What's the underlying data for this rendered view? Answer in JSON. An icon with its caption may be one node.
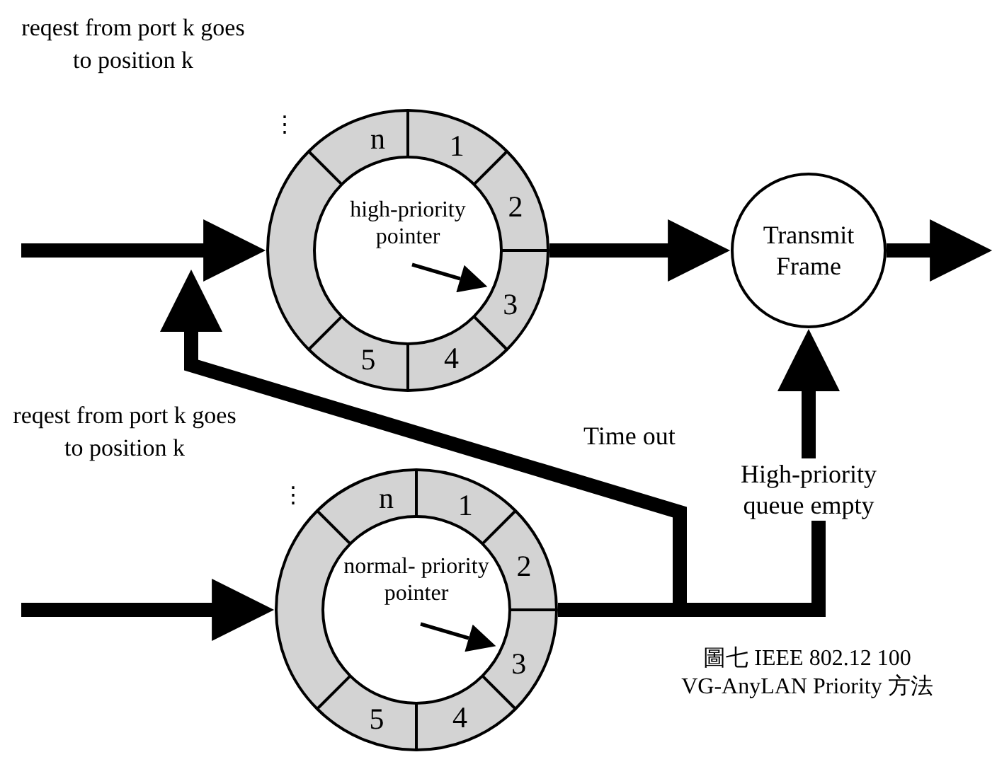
{
  "diagram": {
    "caption": "圖七 IEEE 802.12 100 VG-AnyLAN Priority 方法",
    "nodes": [
      {
        "text": [
          "high-priority pointer"
        ]
      },
      {
        "text": [
          "normal- priority pointer"
        ]
      },
      {
        "text": [
          "Transmit Frame"
        ]
      },
      {
        "text": [
          "High-priority queue empty"
        ]
      }
    ],
    "edges": [
      {
        "from": null,
        "to": 0,
        "arrow": "to"
      },
      {
        "from": 0,
        "to": 2,
        "arrow": "to"
      },
      {
        "from": 2,
        "to": null,
        "arrow": "to"
      },
      {
        "from": null,
        "to": 1,
        "arrow": "to"
      },
      {
        "from": 1,
        "to": null,
        "arrow": "to",
        "label": "Time out"
      },
      {
        "from": 1,
        "to": 3,
        "arrow": "none"
      },
      {
        "from": 3,
        "to": 2,
        "arrow": "to"
      }
    ],
    "labels": [
      "reqest from port k goes to position k",
      "⋮",
      "n",
      "1",
      "2",
      "3",
      "4",
      "5",
      "reqest from port k goes to position k",
      "⋮",
      "n",
      "1",
      "2",
      "3",
      "4",
      "5"
    ]
  }
}
